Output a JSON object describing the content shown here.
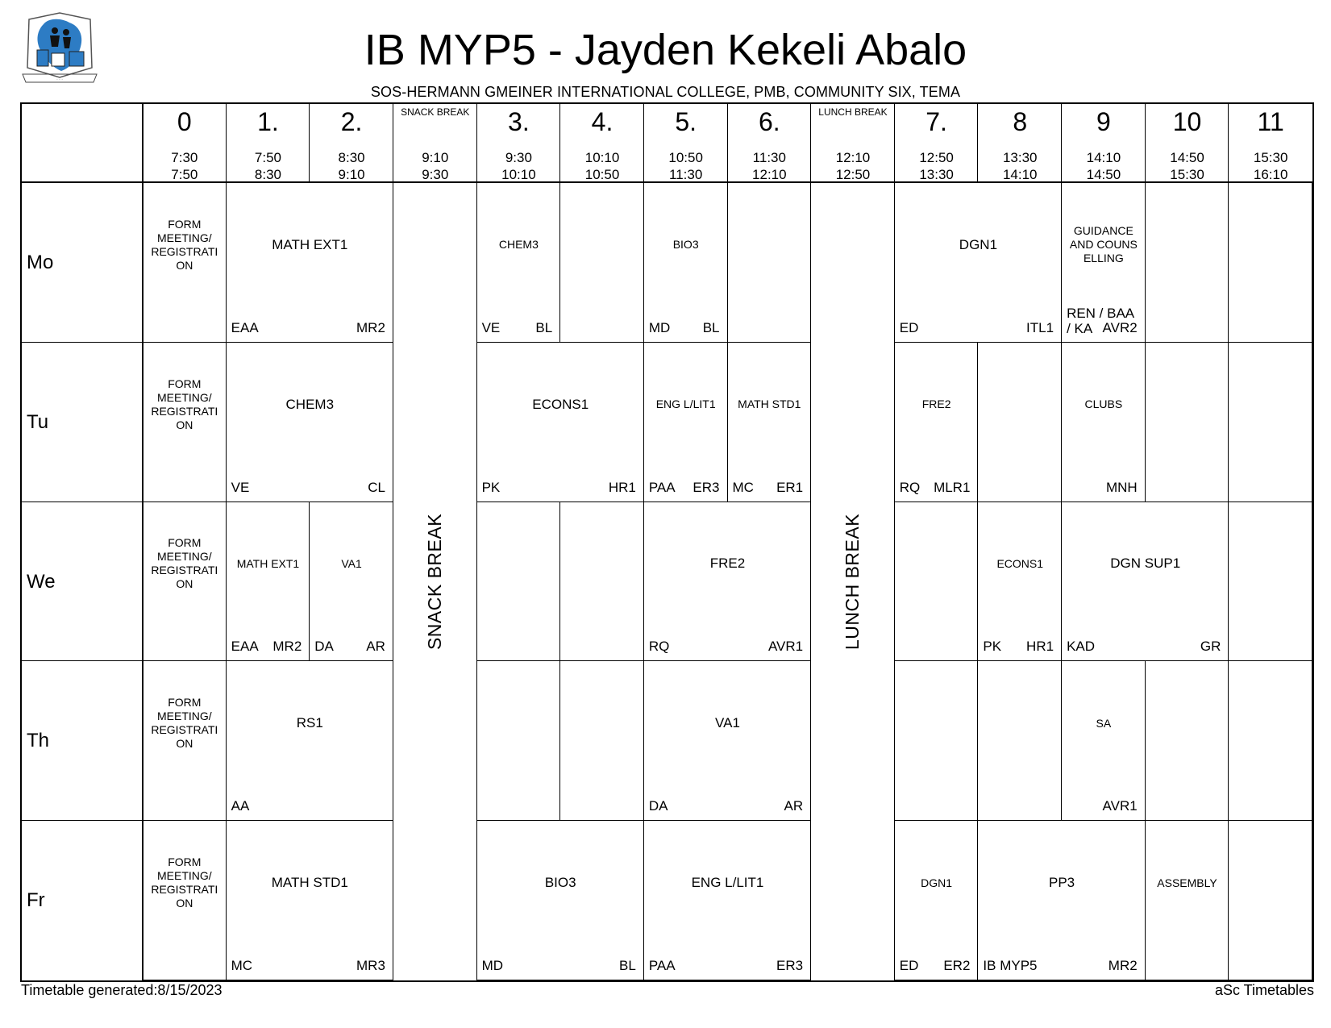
{
  "header": {
    "title": "IB MYP5 - Jayden Kekeli Abalo",
    "subtitle": "SOS-HERMANN GMEINER INTERNATIONAL COLLEGE, PMB, COMMUNITY SIX, TEMA"
  },
  "logo": {
    "icon": "school-crest-icon",
    "color": "#2d7cc4"
  },
  "periods": [
    {
      "label": "0",
      "start": "7:30",
      "end": "7:50"
    },
    {
      "label": "1.",
      "start": "7:50",
      "end": "8:30"
    },
    {
      "label": "2.",
      "start": "8:30",
      "end": "9:10"
    },
    {
      "label": "SNACK BREAK",
      "start": "9:10",
      "end": "9:30",
      "is_break": true
    },
    {
      "label": "3.",
      "start": "9:30",
      "end": "10:10"
    },
    {
      "label": "4.",
      "start": "10:10",
      "end": "10:50"
    },
    {
      "label": "5.",
      "start": "10:50",
      "end": "11:30"
    },
    {
      "label": "6.",
      "start": "11:30",
      "end": "12:10"
    },
    {
      "label": "LUNCH BREAK",
      "start": "12:10",
      "end": "12:50",
      "is_break": true
    },
    {
      "label": "7.",
      "start": "12:50",
      "end": "13:30"
    },
    {
      "label": "8",
      "start": "13:30",
      "end": "14:10"
    },
    {
      "label": "9",
      "start": "14:10",
      "end": "14:50"
    },
    {
      "label": "10",
      "start": "14:50",
      "end": "15:30"
    },
    {
      "label": "11",
      "start": "15:30",
      "end": "16:10"
    }
  ],
  "days": [
    "Mo",
    "Tu",
    "We",
    "Th",
    "Fr"
  ],
  "breaks": [
    {
      "label": "SNACK BREAK",
      "period_index": 3
    },
    {
      "label": "LUNCH BREAK",
      "period_index": 8
    }
  ],
  "lessons": [
    {
      "day": 0,
      "start": 0,
      "span": 1,
      "subject": "FORM MEETING/ REGISTRATI ON",
      "teacher": "",
      "room": "",
      "size": "xs"
    },
    {
      "day": 0,
      "start": 1,
      "span": 2,
      "subject": "MATH EXT1",
      "teacher": "EAA",
      "room": "MR2",
      "size": "big"
    },
    {
      "day": 0,
      "start": 4,
      "span": 1,
      "subject": "CHEM3",
      "teacher": "VE",
      "room": "BL",
      "size": "sm"
    },
    {
      "day": 0,
      "start": 6,
      "span": 1,
      "subject": "BIO3",
      "teacher": "MD",
      "room": "BL",
      "size": "sm"
    },
    {
      "day": 0,
      "start": 9,
      "span": 2,
      "subject": "DGN1",
      "teacher": "ED",
      "room": "ITL1",
      "size": "big"
    },
    {
      "day": 0,
      "start": 11,
      "span": 1,
      "subject": "GUIDANCE AND COUNS ELLING",
      "teacher": "REN / BAA / KA",
      "room": "AVR2",
      "size": "sm"
    },
    {
      "day": 1,
      "start": 0,
      "span": 1,
      "subject": "FORM MEETING/ REGISTRATI ON",
      "teacher": "",
      "room": "",
      "size": "xs"
    },
    {
      "day": 1,
      "start": 1,
      "span": 2,
      "subject": "CHEM3",
      "teacher": "VE",
      "room": "CL",
      "size": "big"
    },
    {
      "day": 1,
      "start": 4,
      "span": 2,
      "subject": "ECONS1",
      "teacher": "PK",
      "room": "HR1",
      "size": "big"
    },
    {
      "day": 1,
      "start": 6,
      "span": 1,
      "subject": "ENG L/LIT1",
      "teacher": "PAA",
      "room": "ER3",
      "size": "sm"
    },
    {
      "day": 1,
      "start": 7,
      "span": 1,
      "subject": "MATH STD1",
      "teacher": "MC",
      "room": "ER1",
      "size": "sm"
    },
    {
      "day": 1,
      "start": 9,
      "span": 1,
      "subject": "FRE2",
      "teacher": "RQ",
      "room": "MLR1",
      "size": "sm"
    },
    {
      "day": 1,
      "start": 11,
      "span": 1,
      "subject": "CLUBS",
      "teacher": "",
      "room": "MNH",
      "size": "sm"
    },
    {
      "day": 2,
      "start": 0,
      "span": 1,
      "subject": "FORM MEETING/ REGISTRATI ON",
      "teacher": "",
      "room": "",
      "size": "xs"
    },
    {
      "day": 2,
      "start": 1,
      "span": 1,
      "subject": "MATH EXT1",
      "teacher": "EAA",
      "room": "MR2",
      "size": "sm"
    },
    {
      "day": 2,
      "start": 2,
      "span": 1,
      "subject": "VA1",
      "teacher": "DA",
      "room": "AR",
      "size": "sm"
    },
    {
      "day": 2,
      "start": 6,
      "span": 2,
      "subject": "FRE2",
      "teacher": "RQ",
      "room": "AVR1",
      "size": "big"
    },
    {
      "day": 2,
      "start": 10,
      "span": 1,
      "subject": "ECONS1",
      "teacher": "PK",
      "room": "HR1",
      "size": "sm"
    },
    {
      "day": 2,
      "start": 11,
      "span": 2,
      "subject": "DGN SUP1",
      "teacher": "KAD",
      "room": "GR",
      "size": "big"
    },
    {
      "day": 3,
      "start": 0,
      "span": 1,
      "subject": "FORM MEETING/ REGISTRATI ON",
      "teacher": "",
      "room": "",
      "size": "xs"
    },
    {
      "day": 3,
      "start": 1,
      "span": 2,
      "subject": "RS1",
      "teacher": "AA",
      "room": "",
      "size": "big"
    },
    {
      "day": 3,
      "start": 6,
      "span": 2,
      "subject": "VA1",
      "teacher": "DA",
      "room": "AR",
      "size": "big"
    },
    {
      "day": 3,
      "start": 11,
      "span": 1,
      "subject": "SA",
      "teacher": "",
      "room": "AVR1",
      "size": "sm"
    },
    {
      "day": 4,
      "start": 0,
      "span": 1,
      "subject": "FORM MEETING/ REGISTRATI ON",
      "teacher": "",
      "room": "",
      "size": "xs"
    },
    {
      "day": 4,
      "start": 1,
      "span": 2,
      "subject": "MATH STD1",
      "teacher": "MC",
      "room": "MR3",
      "size": "big"
    },
    {
      "day": 4,
      "start": 4,
      "span": 2,
      "subject": "BIO3",
      "teacher": "MD",
      "room": "BL",
      "size": "big"
    },
    {
      "day": 4,
      "start": 6,
      "span": 2,
      "subject": "ENG L/LIT1",
      "teacher": "PAA",
      "room": "ER3",
      "size": "big"
    },
    {
      "day": 4,
      "start": 9,
      "span": 1,
      "subject": "DGN1",
      "teacher": "ED",
      "room": "ER2",
      "size": "sm"
    },
    {
      "day": 4,
      "start": 10,
      "span": 2,
      "subject": "PP3",
      "teacher": "IB MYP5",
      "room": "MR2",
      "size": "big"
    },
    {
      "day": 4,
      "start": 12,
      "span": 1,
      "subject": "ASSEMBLY",
      "teacher": "",
      "room": "",
      "size": "sm"
    }
  ],
  "empty_cells": [
    {
      "day": 0,
      "start": 5
    },
    {
      "day": 0,
      "start": 7
    },
    {
      "day": 0,
      "start": 12
    },
    {
      "day": 0,
      "start": 13
    },
    {
      "day": 1,
      "start": 10
    },
    {
      "day": 1,
      "start": 12
    },
    {
      "day": 1,
      "start": 13
    },
    {
      "day": 2,
      "start": 4
    },
    {
      "day": 2,
      "start": 5
    },
    {
      "day": 2,
      "start": 9
    },
    {
      "day": 2,
      "start": 13
    },
    {
      "day": 3,
      "start": 4
    },
    {
      "day": 3,
      "start": 5
    },
    {
      "day": 3,
      "start": 9
    },
    {
      "day": 3,
      "start": 10
    },
    {
      "day": 3,
      "start": 12
    },
    {
      "day": 3,
      "start": 13
    },
    {
      "day": 4,
      "start": 13
    }
  ],
  "footer": {
    "generated": "Timetable generated:8/15/2023",
    "brand": "aSc Timetables"
  }
}
